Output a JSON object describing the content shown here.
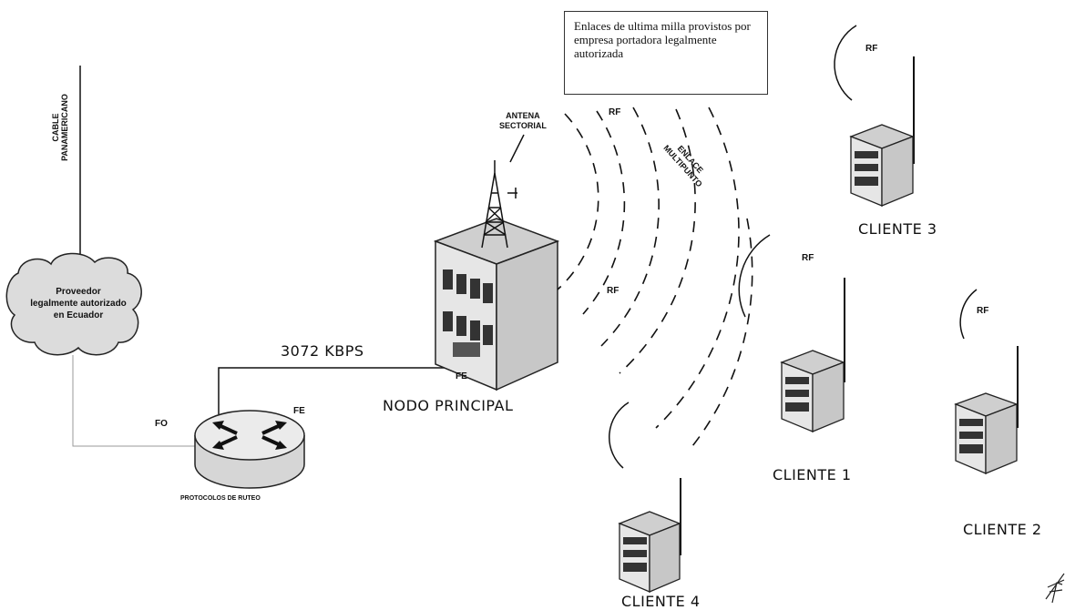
{
  "note": "Enlaces de ultima milla provistos por empresa portadora legalmente autorizada",
  "cable_label": [
    "CABLE",
    "PANAMERICANO"
  ],
  "cloud_label": [
    "Proveedor",
    "legalmente autorizado",
    "en Ecuador"
  ],
  "router_label": "PROTOCOLOS DE RUTEO",
  "port_fo": "FO",
  "port_fe_router": "FE",
  "port_fe_node": "FE",
  "link_speed": "3072 KBPS",
  "node_label": "NODO PRINCIPAL",
  "antenna_label": [
    "ANTENA",
    "SECTORIAL"
  ],
  "multipoint_label": [
    "ENLACE",
    "MULTIPUNTO"
  ],
  "rf_label": "RF",
  "clients": [
    "CLIENTE 1",
    "CLIENTE 2",
    "CLIENTE 3",
    "CLIENTE 4"
  ]
}
